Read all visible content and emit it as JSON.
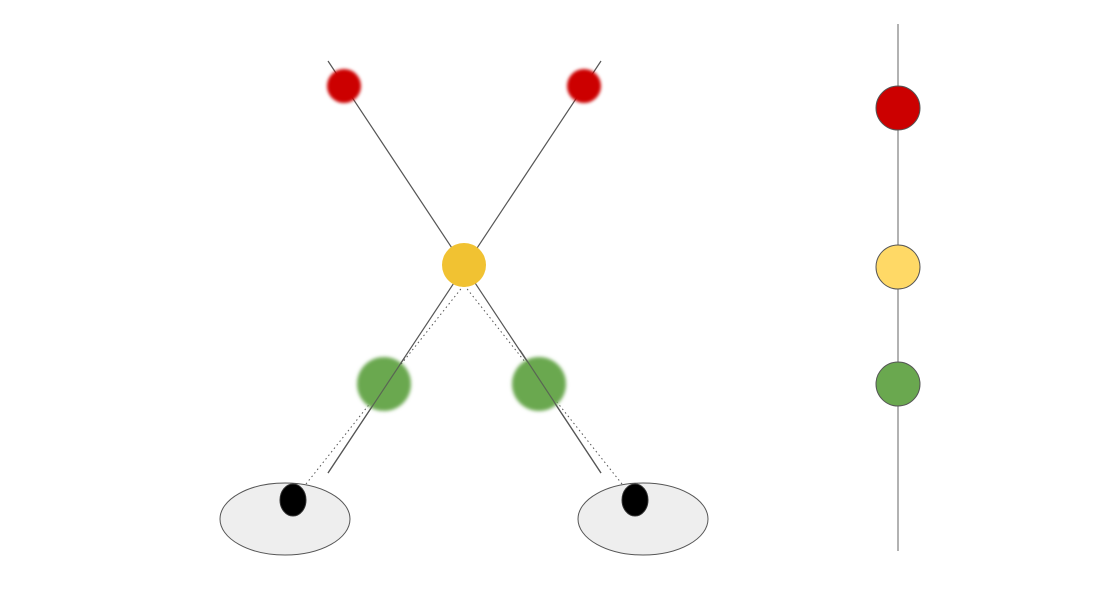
{
  "colors": {
    "red": "#cc0000",
    "yellow": "#f1c232",
    "yellow_light": "#ffd966",
    "green": "#6aa84f",
    "eye_white": "#eeeeee",
    "pupil": "#000000",
    "line": "#555555"
  },
  "diagram": {
    "left_figure": [
      "red-target-left",
      "red-target-right",
      "yellow-focus-point",
      "green-near-left",
      "green-near-right",
      "eye-left",
      "eye-right"
    ],
    "right_scale": [
      "red-far",
      "yellow-mid",
      "green-near"
    ]
  }
}
